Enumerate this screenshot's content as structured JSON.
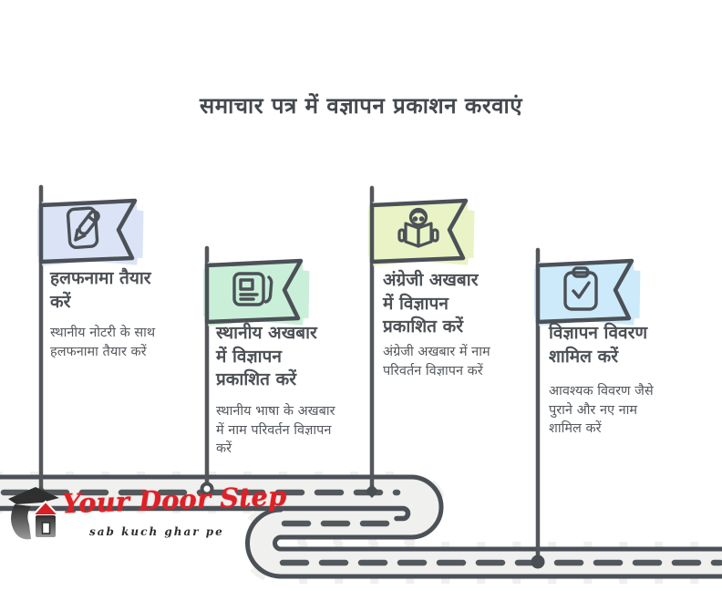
{
  "title": "समाचार पत्र में वज्ञापन प्रकाशन करवाएं",
  "colors": {
    "ink": "#4c5157",
    "title_text": "#4d5156",
    "body_text": "#54585d",
    "road_fill": "#f0f0ee",
    "flag1_fill": "#dbe4f7",
    "flag2_fill": "#c9efd9",
    "flag3_fill": "#e9f3c6",
    "flag4_fill": "#cdeafa",
    "logo_red": "#de2127",
    "logo_dark": "#2e2e2e"
  },
  "milestones": [
    {
      "icon": "document-pen-icon",
      "title": "हलफनामा तैयार\nकरें",
      "description": "स्थानीय नोटरी के साथ\nहलफनामा तैयार करें"
    },
    {
      "icon": "newspaper-icon",
      "title": "स्थानीय अखबार\nमें विज्ञापन\nप्रकाशित करें",
      "description": "स्थानीय भाषा के अखबार\nमें नाम परिवर्तन विज्ञापन\nकरें"
    },
    {
      "icon": "person-reading-icon",
      "title": "अंग्रेजी अखबार\nमें विज्ञापन\nप्रकाशित करें",
      "description": "अंग्रेजी अखबार में नाम\nपरिवर्तन विज्ञापन करें"
    },
    {
      "icon": "clipboard-check-icon",
      "title": "विज्ञापन विवरण\nशामिल करें",
      "description": "आवश्यक विवरण जैसे\nपुराने और नए नाम\nशामिल करें"
    }
  ],
  "logo": {
    "icon": "house-icon",
    "name": "Your Door Step",
    "tagline": "sab kuch ghar pe"
  }
}
